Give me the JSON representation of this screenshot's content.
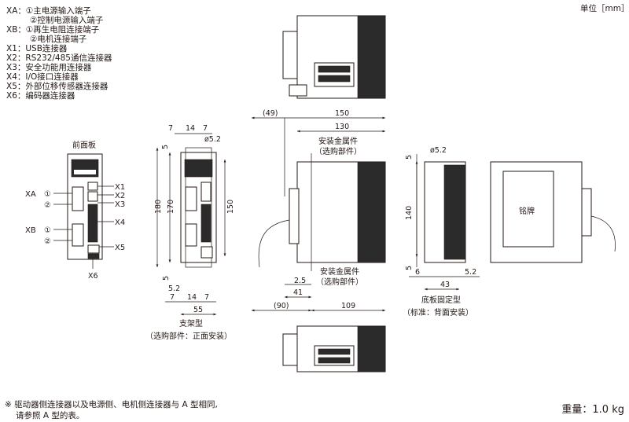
{
  "unit_label": "单位［mm］",
  "legend": [
    "XA：①主电源输入端子",
    "②控制电源输入端子",
    "XB：①再生电阻连接端子",
    "②电机连接端子",
    "X1：USB连接器",
    "X2：RS232/485通信连接器",
    "X3：安全功能用连接器",
    "X4：I/O接口连接器",
    "X5：外部位移传感器连接器",
    "X6：编码器连接器"
  ],
  "front_panel": {
    "title": "前面板",
    "xa": "XA",
    "xb": "XB",
    "c1": "①",
    "c2": "②",
    "ports": [
      "X1",
      "X2",
      "X3",
      "X4",
      "X5",
      "X6"
    ]
  },
  "bracket_view": {
    "dims": {
      "w7a": "7",
      "w14": "14",
      "w7b": "7",
      "hole": "ø5.2",
      "top5": "5",
      "h180": "180",
      "h170": "170",
      "h150": "150",
      "bot5": "5",
      "bot52": "5.2",
      "b7a": "7",
      "b14": "14",
      "b7b": "7",
      "w55": "55"
    },
    "caption": "支架型",
    "subcaption": "（选购部件：正面安装）"
  },
  "side_view": {
    "dims": {
      "d49": "(49)",
      "d150": "150",
      "d130": "130",
      "d25": "2.5",
      "d41": "41",
      "d90": "(90)",
      "d109": "109"
    },
    "callout_top": [
      "安装金属件",
      "（选购部件）"
    ],
    "callout_bottom": [
      "安装金属件",
      "（选购部件）"
    ]
  },
  "base_view": {
    "dims": {
      "hole": "ø5.2",
      "top5": "5",
      "h140": "140",
      "bot5": "5",
      "d6": "6",
      "d43": "43",
      "d52": "5.2"
    },
    "caption": "底板固定型",
    "subcaption": "（标准：背面安装）"
  },
  "rear_view": {
    "nameplate": "铭牌"
  },
  "footnote": [
    "※ 驱动器侧连接器以及电源侧、电机侧连接器与 A 型相同,",
    "请参照 A 型的表。"
  ],
  "weight": "重量：1.0 kg"
}
